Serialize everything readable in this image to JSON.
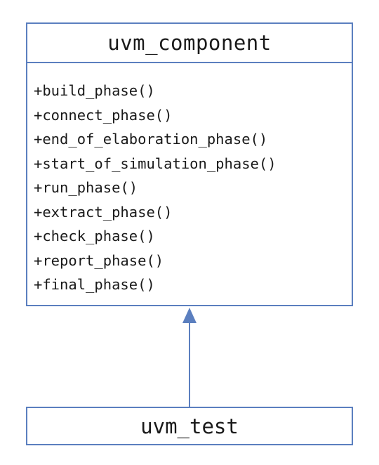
{
  "parent": {
    "name": "uvm_component",
    "methods": [
      "+build_phase()",
      "+connect_phase()",
      "+end_of_elaboration_phase()",
      "+start_of_simulation_phase()",
      "+run_phase()",
      "+extract_phase()",
      "+check_phase()",
      "+report_phase()",
      "+final_phase()"
    ]
  },
  "child": {
    "name": "uvm_test"
  },
  "relationship": "inheritance",
  "colors": {
    "border": "#5b7fbf",
    "text": "#1a1a1a"
  }
}
